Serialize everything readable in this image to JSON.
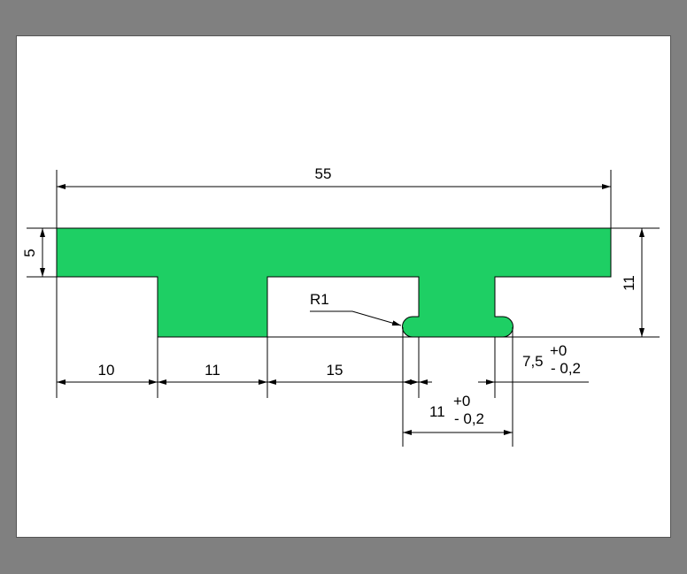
{
  "drawing": {
    "fill_color": "#1ecf64",
    "dimensions": {
      "overall_width": "55",
      "top_thickness": "5",
      "total_height": "11",
      "left_offset": "10",
      "stem_width": "11",
      "stem_gap": "15",
      "radius_label": "R1",
      "rib_width": {
        "value": "7,5",
        "upper_tol": "+0",
        "lower_tol": "- 0,2"
      },
      "foot_width": {
        "value": "11",
        "upper_tol": "+0",
        "lower_tol": "- 0,2"
      }
    }
  }
}
